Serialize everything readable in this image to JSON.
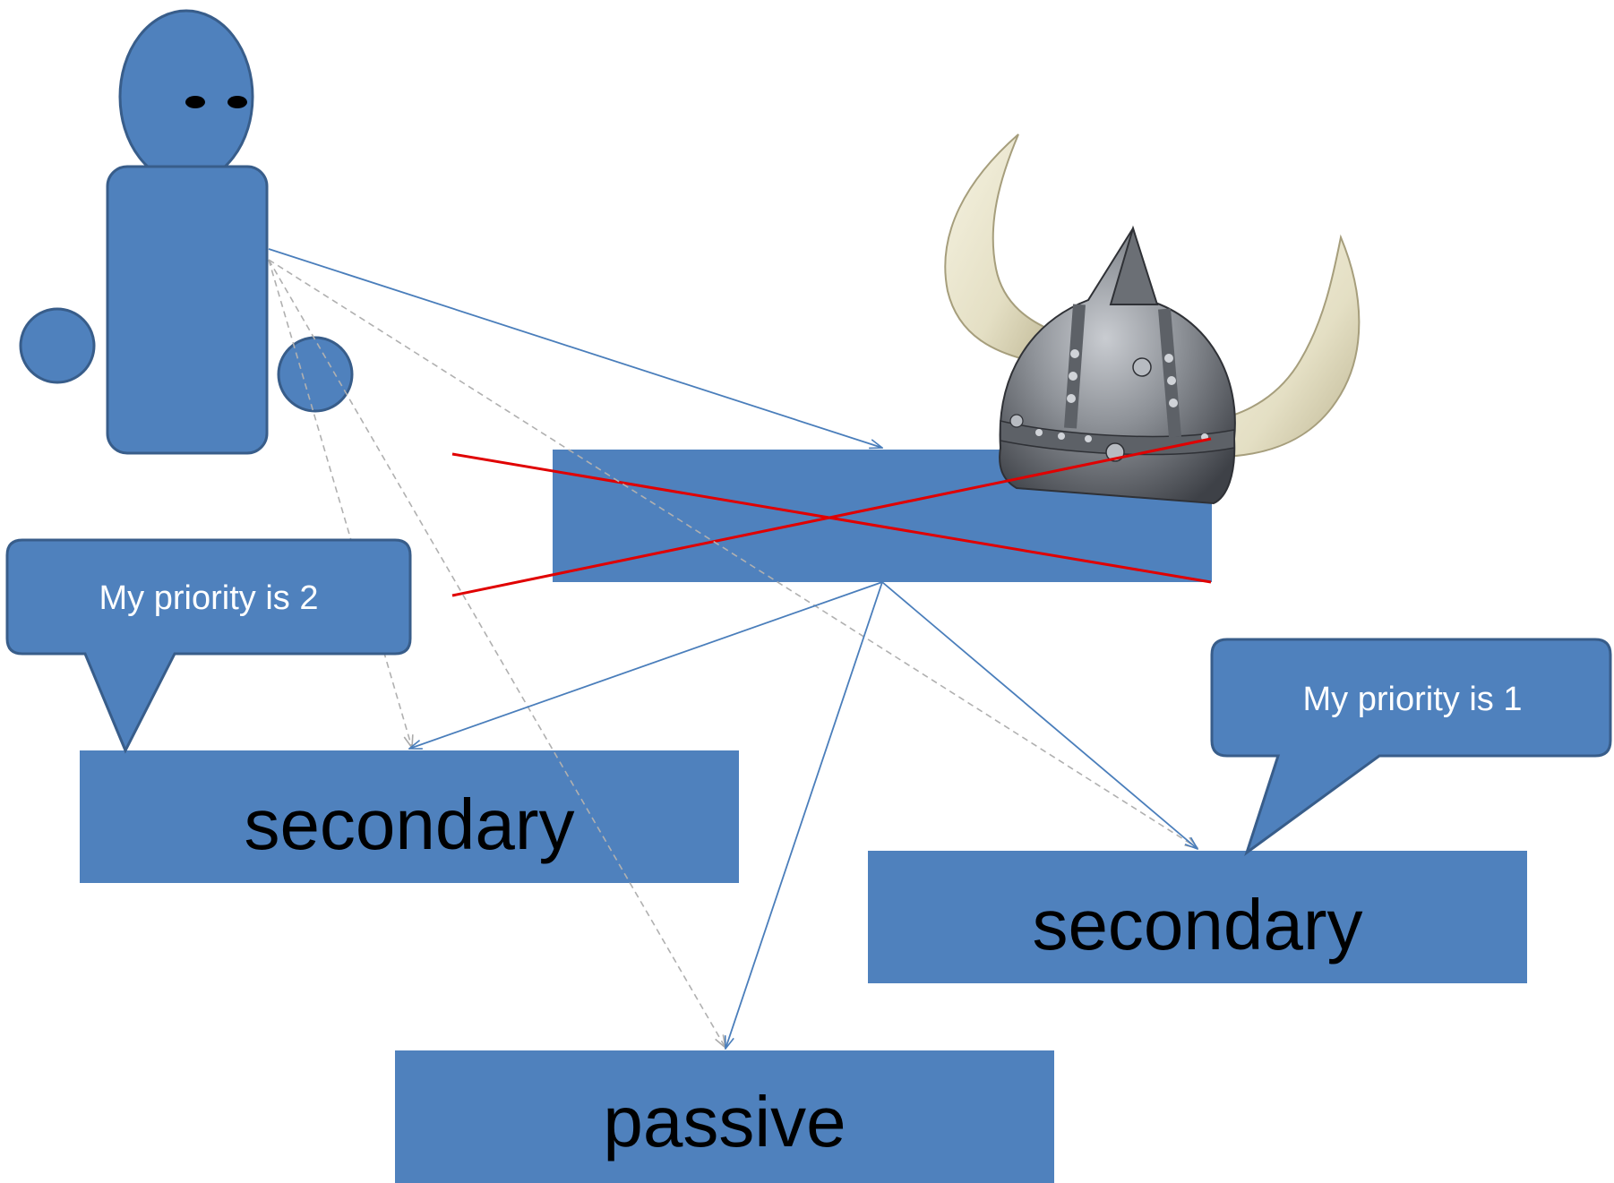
{
  "colors": {
    "shape_fill": "#4F81BD",
    "shape_stroke": "#385D8A",
    "solid_arrow": "#4A7EBB",
    "dashed_arrow": "#B0B0B0",
    "cross": "#E00000",
    "text_dark": "#000000",
    "text_light": "#FFFFFF"
  },
  "nodes": {
    "secondary_left": "secondary",
    "secondary_right": "secondary",
    "passive": "passive",
    "primary": ""
  },
  "callouts": {
    "left": "My priority is 2",
    "right": "My priority is 1"
  },
  "icons": {
    "person": "person-icon",
    "helmet": "viking-helmet-icon",
    "cross": "cross-out-icon"
  }
}
